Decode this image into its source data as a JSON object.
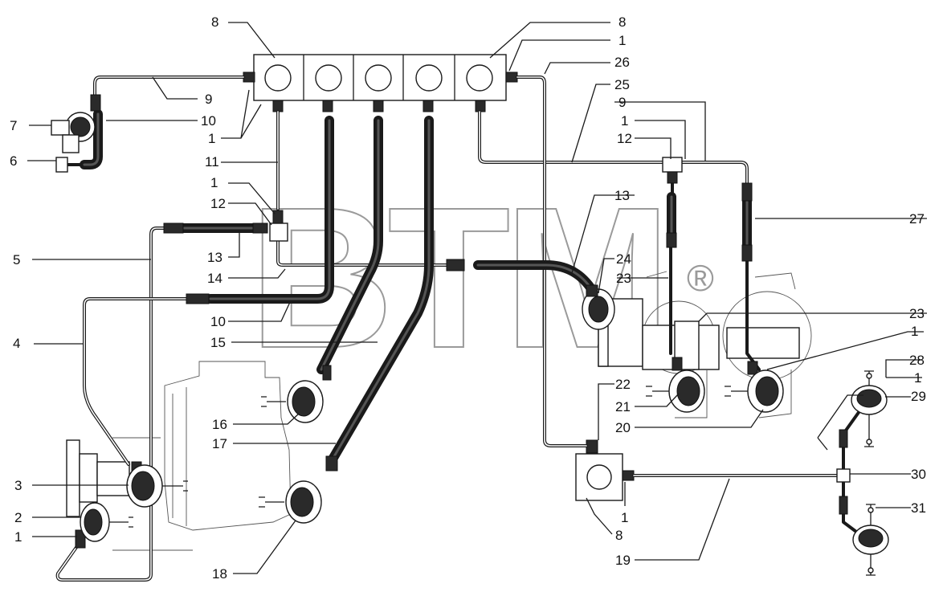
{
  "watermark": {
    "text": "BTM",
    "symbol": "®"
  },
  "callouts": [
    {
      "id": "c-8-top-left",
      "text": "8"
    },
    {
      "id": "c-8-top-right",
      "text": "8"
    },
    {
      "id": "c-1-top",
      "text": "1"
    },
    {
      "id": "c-26",
      "text": "26"
    },
    {
      "id": "c-25",
      "text": "25"
    },
    {
      "id": "c-9-left",
      "text": "9"
    },
    {
      "id": "c-9-right",
      "text": "9"
    },
    {
      "id": "c-7",
      "text": "7"
    },
    {
      "id": "c-10-top",
      "text": "10"
    },
    {
      "id": "c-6",
      "text": "6"
    },
    {
      "id": "c-1-left-top",
      "text": "1"
    },
    {
      "id": "c-11",
      "text": "11"
    },
    {
      "id": "c-1-right-top",
      "text": "1"
    },
    {
      "id": "c-12-right",
      "text": "12"
    },
    {
      "id": "c-1-mid-left",
      "text": "1"
    },
    {
      "id": "c-12-left",
      "text": "12"
    },
    {
      "id": "c-13-right",
      "text": "13"
    },
    {
      "id": "c-27",
      "text": "27"
    },
    {
      "id": "c-5",
      "text": "5"
    },
    {
      "id": "c-13-left",
      "text": "13"
    },
    {
      "id": "c-24",
      "text": "24"
    },
    {
      "id": "c-23-upper",
      "text": "23"
    },
    {
      "id": "c-14",
      "text": "14"
    },
    {
      "id": "c-23-lower",
      "text": "23"
    },
    {
      "id": "c-1-right-mid",
      "text": "1"
    },
    {
      "id": "c-4",
      "text": "4"
    },
    {
      "id": "c-10-bottom",
      "text": "10"
    },
    {
      "id": "c-15",
      "text": "15"
    },
    {
      "id": "c-28",
      "text": "28"
    },
    {
      "id": "c-1-far-right",
      "text": "1"
    },
    {
      "id": "c-22",
      "text": "22"
    },
    {
      "id": "c-29",
      "text": "29"
    },
    {
      "id": "c-21",
      "text": "21"
    },
    {
      "id": "c-16",
      "text": "16"
    },
    {
      "id": "c-20",
      "text": "20"
    },
    {
      "id": "c-17",
      "text": "17"
    },
    {
      "id": "c-3",
      "text": "3"
    },
    {
      "id": "c-30",
      "text": "30"
    },
    {
      "id": "c-2",
      "text": "2"
    },
    {
      "id": "c-1-bottom-mid",
      "text": "1"
    },
    {
      "id": "c-31",
      "text": "31"
    },
    {
      "id": "c-1-bottom-left",
      "text": "1"
    },
    {
      "id": "c-8-bottom",
      "text": "8"
    },
    {
      "id": "c-18",
      "text": "18"
    },
    {
      "id": "c-19",
      "text": "19"
    }
  ]
}
